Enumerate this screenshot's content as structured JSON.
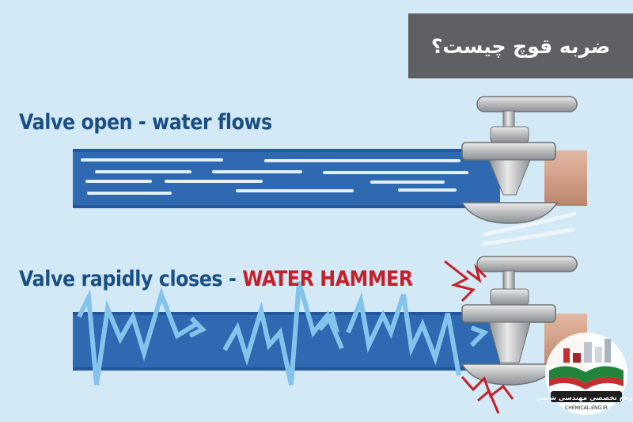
{
  "title": "ضربه قوچ چیست؟",
  "label_open": "Valve open - water flows",
  "label_closing_prefix": "Valve rapidly closes - ",
  "label_closing_emphasis": "WATER HAMMER",
  "logo": {
    "text_fa": "مرجع تخصصی مهندسی شیمی",
    "text_en": "CHEMICAL-ENG.IR"
  },
  "colors": {
    "background": "#d3e9f6",
    "pipe_water": "#2f69b1",
    "pipe_copper": "#d4a58f",
    "shock_wave": "#7fc2ea",
    "impact": "#c51f2a",
    "label_blue": "#1a4f86",
    "title_box": "#5e6063"
  }
}
